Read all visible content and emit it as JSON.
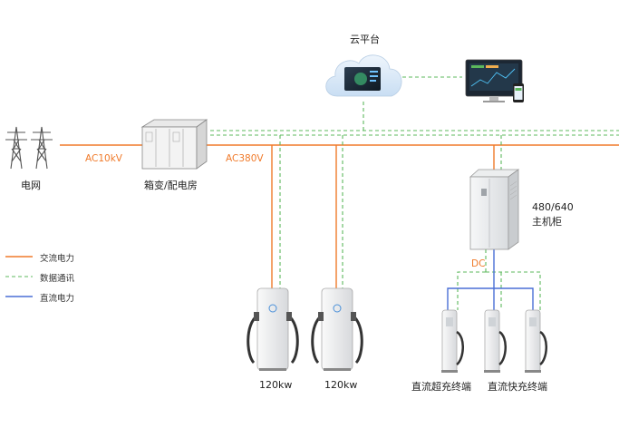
{
  "labels": {
    "cloud": "云平台",
    "grid": "电网",
    "ac10kv": "AC10kV",
    "substation": "箱变/配电房",
    "ac380v": "AC380V",
    "main_cabinet_power": "480/640",
    "main_cabinet_name": "主机柜",
    "dc": "DC",
    "charger_left_power": "120kw",
    "charger_right_power": "120kw",
    "terminal_super": "直流超充终端",
    "terminal_fast": "直流快充终端"
  },
  "legend": [
    {
      "label": "交流电力",
      "color": "#f07a2a",
      "style": "solid"
    },
    {
      "label": "数据通讯",
      "color": "#5cb85c",
      "style": "dashed"
    },
    {
      "label": "直流电力",
      "color": "#4a6fd6",
      "style": "solid"
    }
  ],
  "colors": {
    "ac_power": "#f07a2a",
    "data_comm": "#5cb85c",
    "dc_power": "#4a6fd6",
    "cloud": "#dbe9f7"
  },
  "icons": {
    "tower": "power-tower-icon",
    "substation": "substation-icon",
    "cloud": "cloud-icon",
    "monitor": "monitor-icon",
    "phone": "phone-icon",
    "cabinet": "main-cabinet-icon",
    "charger": "charger-icon",
    "terminal": "terminal-icon"
  }
}
